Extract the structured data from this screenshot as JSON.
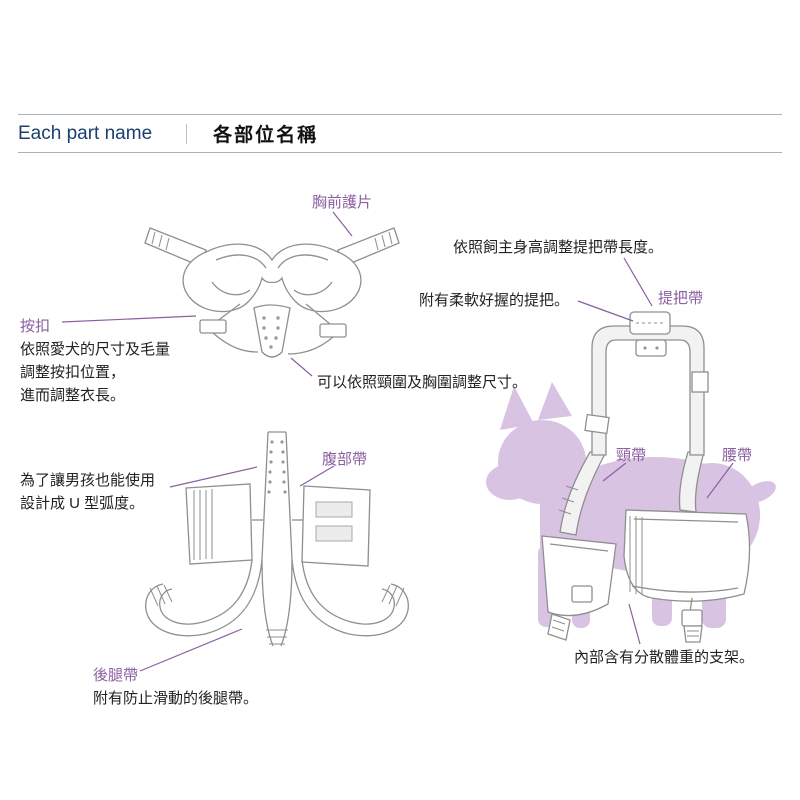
{
  "header": {
    "title_en": "Each part name",
    "title_zh": "各部位名稱"
  },
  "part_labels": {
    "chest_guard": "胸前護片",
    "snap_button": "按扣",
    "belly_band": "腹部帶",
    "hind_leg_band": "後腿帶",
    "handle_strap": "提把帶",
    "neck_strap": "頸帶",
    "waist_strap": "腰帶"
  },
  "annotations": {
    "snap_note_line1": "依照愛犬的尺寸及毛量",
    "snap_note_line2": "調整按扣位置，",
    "snap_note_line3": "進而調整衣長。",
    "u_shape_line1": "為了讓男孩也能使用",
    "u_shape_line2": "設計成 U 型弧度。",
    "hind_leg_note": "附有防止滑動的後腿帶。",
    "handle_length_note": "依照飼主身高調整提把帶長度。",
    "soft_handle_note": "附有柔軟好握的提把。",
    "size_adjust_note": "可以依照頸圍及胸圍調整尺寸。",
    "inner_support_note": "內部含有分散體重的支架。"
  },
  "colors": {
    "accent_purple": "#8b5fa0",
    "header_navy": "#1c3f6e",
    "line_gray": "#8f8f8f",
    "dog_fill": "#d9c3e2",
    "rule_gray": "#a9b3bc"
  }
}
